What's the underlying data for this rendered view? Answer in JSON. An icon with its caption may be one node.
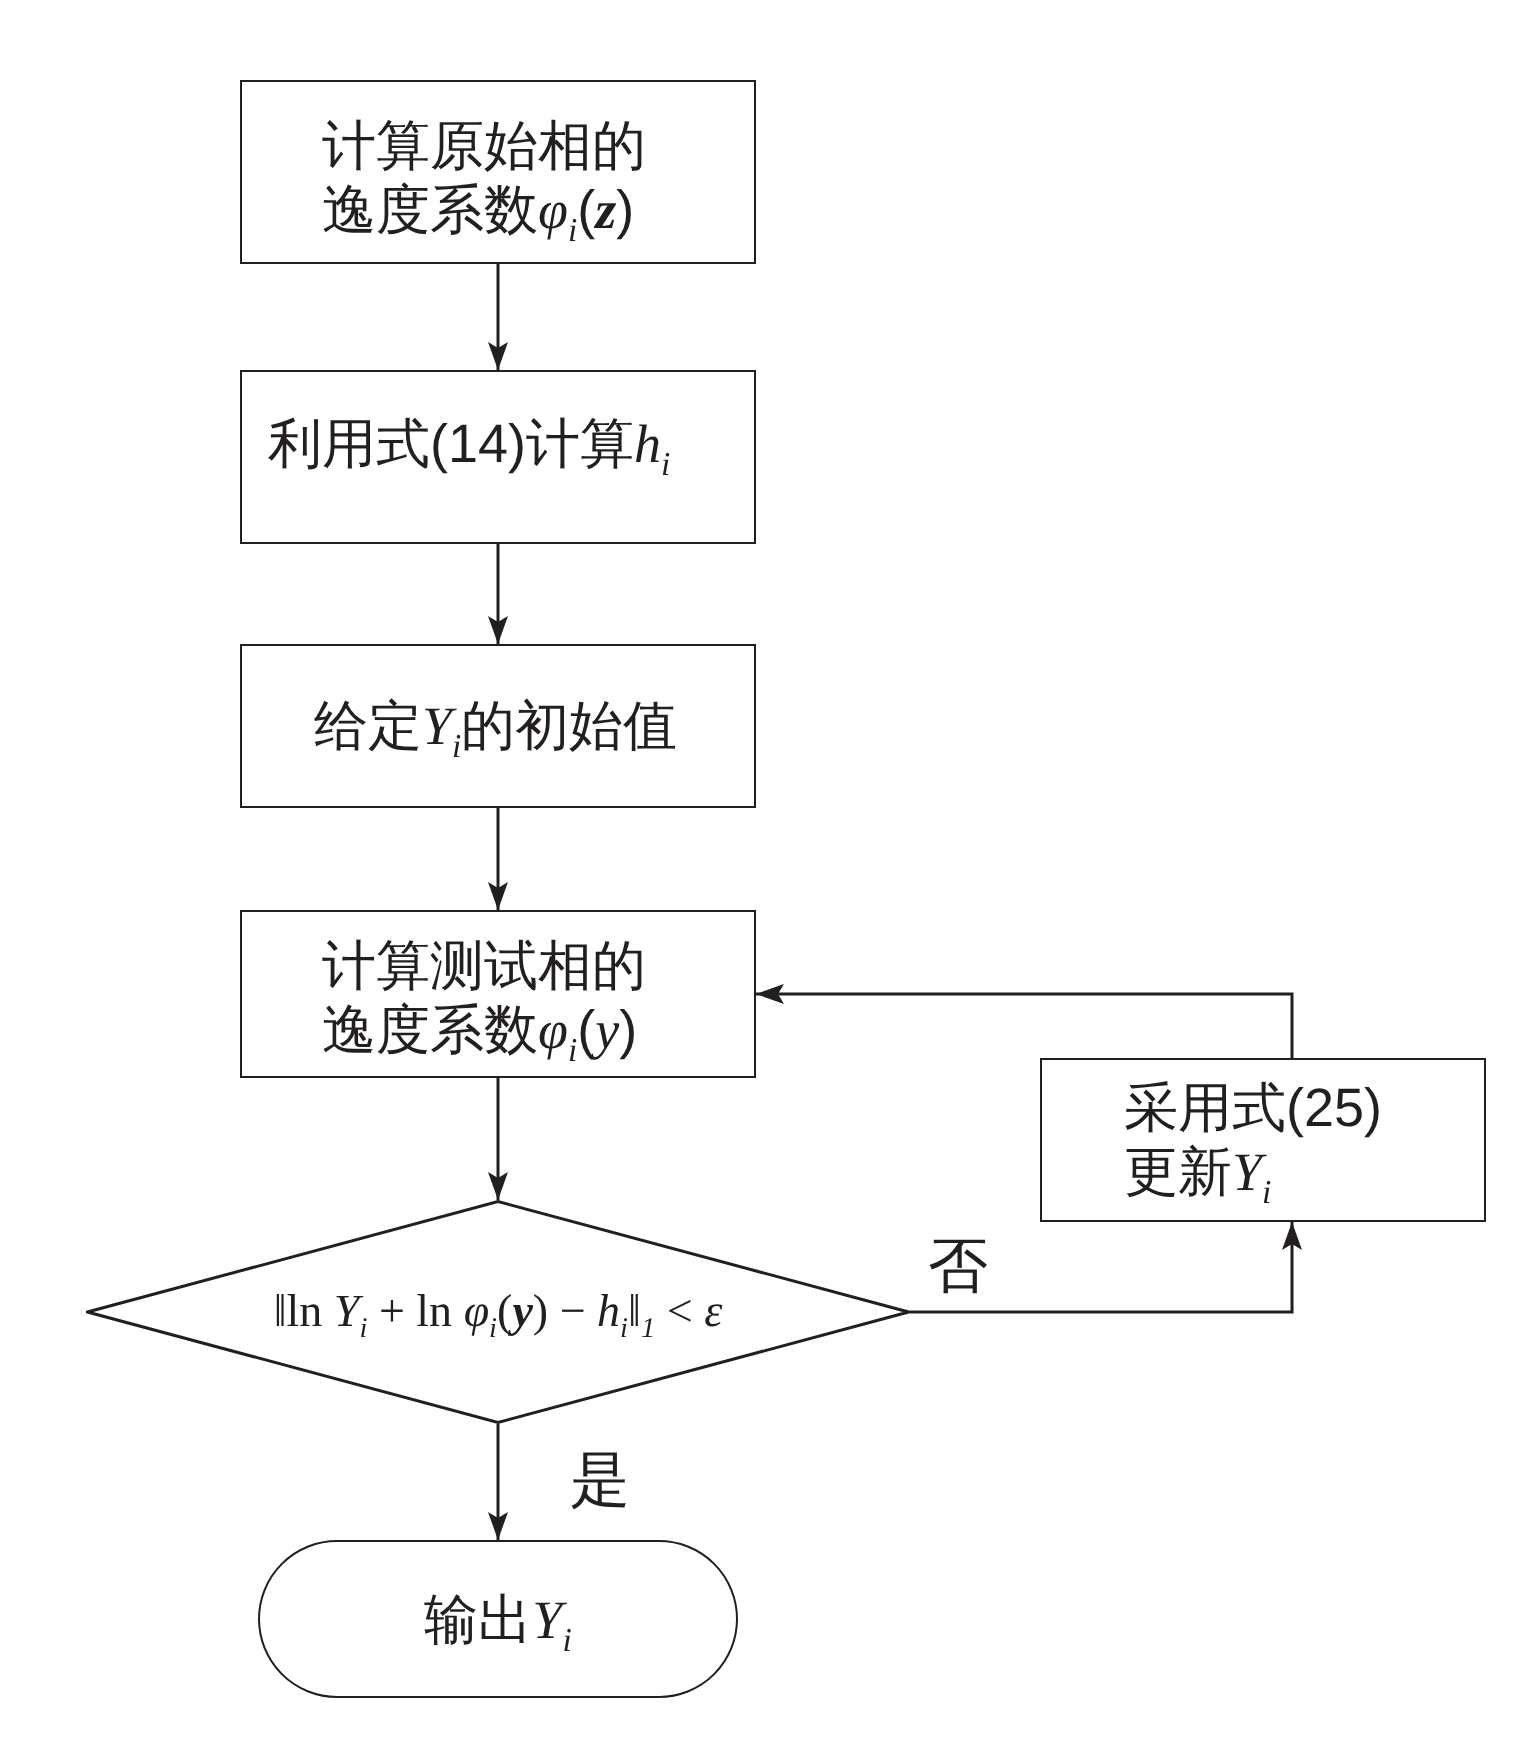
{
  "diagram": {
    "nodes": [
      {
        "text": [
          "计算原始相的逸度系数φ$_{i}$(**z**)"
        ]
      },
      {
        "text": [
          "利用式(14)计算h$_{i}$"
        ]
      },
      {
        "text": [
          "给定Y$_{i}$的初始值"
        ]
      },
      {
        "text": [
          "计算测试相的逸度系数φ$_{i}$(y)"
        ]
      },
      {
        "text": [
          "采用式(25)更新Y$_{i}$"
        ]
      },
      {
        "text": [
          "‖ln *Y*$_{i}$ + ln *φ*$_{i}$(**y**) − *h*$_{i}$‖$_{1}$ < *ε*"
        ]
      },
      {
        "text": [
          "输出Y$_{i}$"
        ]
      }
    ],
    "edges": [
      {
        "from": 0,
        "to": 1,
        "arrow": "to"
      },
      {
        "from": 1,
        "to": 2,
        "arrow": "to"
      },
      {
        "from": 2,
        "to": 3,
        "arrow": "to"
      },
      {
        "from": 3,
        "to": 5,
        "arrow": "to"
      },
      {
        "from": 5,
        "to": 4,
        "arrow": "to",
        "label": "否"
      },
      {
        "from": 4,
        "to": 3,
        "arrow": "to"
      },
      {
        "from": 5,
        "to": 6,
        "arrow": "to",
        "label": "是"
      }
    ]
  }
}
